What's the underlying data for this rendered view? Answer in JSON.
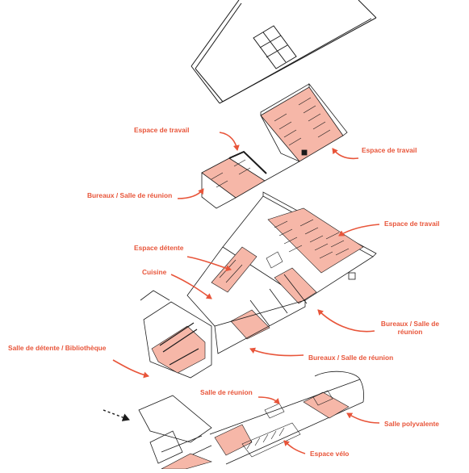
{
  "colors": {
    "accent": "#e8553a",
    "room_fill": "#f6b7a8",
    "line": "#1a1a1a"
  },
  "labels": {
    "espace_travail_1": "Espace de travail",
    "espace_travail_2": "Espace de travail",
    "espace_travail_3": "Espace de travail",
    "bureaux_reunion_1": "Bureaux / Salle de réunion",
    "espace_detente": "Espace détente",
    "cuisine": "Cuisine",
    "salle_detente_bibliotheque": "Salle de détente / Bibliothèque",
    "bureaux_reunion_2": "Bureaux / Salle de\nréunion",
    "bureaux_reunion_3": "Bureaux / Salle de réunion",
    "salle_reunion": "Salle de réunion",
    "salle_polyvalente": "Salle polyvalente",
    "espace_velo": "Espace vélo"
  }
}
